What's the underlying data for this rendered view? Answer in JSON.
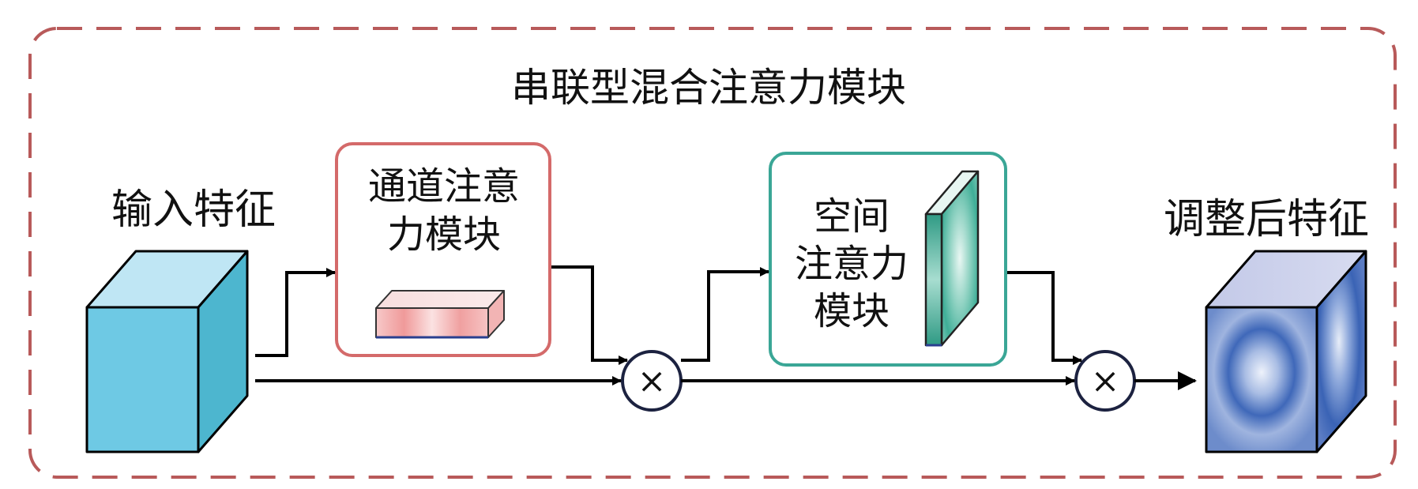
{
  "title": "串联型混合注意力模块",
  "input_label": "输入特征",
  "output_label": "调整后特征",
  "channel_module": {
    "line1": "通道注意",
    "line2": "力模块"
  },
  "spatial_module": {
    "line1": "空间",
    "line2": "注意力",
    "line3": "模块"
  },
  "multiply_symbol": "×",
  "colors": {
    "outer_border": "#b85a5a",
    "channel_border": "#d46a6a",
    "spatial_border": "#3aa696",
    "input_cube_front": "#6ec9e4",
    "input_cube_top": "#bfe6f4",
    "input_cube_side": "#4db6cf",
    "output_cube_blue": "#3d66b8",
    "arrow": "#000000"
  }
}
